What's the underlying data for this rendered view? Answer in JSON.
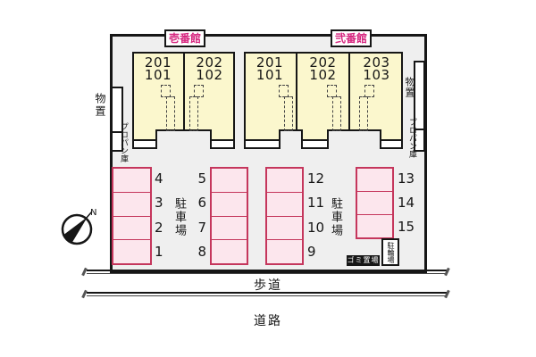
{
  "plan": {
    "compass": {
      "north_label": "N"
    },
    "buildings": [
      {
        "name": "壱番館",
        "units": [
          {
            "upper": "201",
            "lower": "101"
          },
          {
            "upper": "202",
            "lower": "102"
          }
        ]
      },
      {
        "name": "弐番館",
        "units": [
          {
            "upper": "201",
            "lower": "101"
          },
          {
            "upper": "202",
            "lower": "102"
          },
          {
            "upper": "203",
            "lower": "103"
          }
        ]
      }
    ],
    "storage": {
      "left_label": "物置",
      "left_propane": "プロパン庫",
      "right_label": "物置",
      "right_propane": "プロパン庫"
    },
    "parking": {
      "label_left": "駐車場",
      "label_right": "駐車場",
      "columns": [
        {
          "numbers": [
            "4",
            "3",
            "2",
            "1"
          ]
        },
        {
          "numbers": [
            "5",
            "6",
            "7",
            "8"
          ]
        },
        {
          "numbers": [
            "12",
            "11",
            "10",
            "9"
          ]
        },
        {
          "numbers": [
            "13",
            "14",
            "15"
          ]
        }
      ]
    },
    "bicycle_parking_label": "駐輪場",
    "garbage_label": "ゴミ置場",
    "sidewalk_label": "歩道",
    "road_label": "道路",
    "colors": {
      "site_bg": "#EFEFEF",
      "building_fill": "#FBF7CD",
      "parking_fill": "#FCE6ED",
      "parking_border": "#C5365C",
      "building_name_text": "#D6247E",
      "outline": "#161616"
    }
  }
}
